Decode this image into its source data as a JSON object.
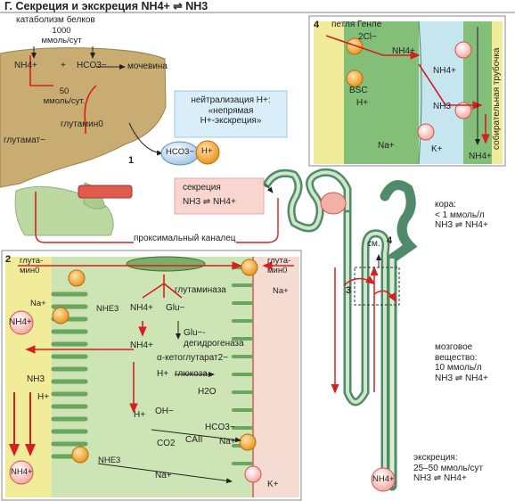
{
  "title": "Г. Секреция и экскреция NH4+ ⇌ NH3",
  "liver": {
    "protein_catabolism": "катаболизм белков",
    "flux_1000": "1000",
    "flux_1000_unit": "ммоль/сут",
    "nh4": "NH4+",
    "plus": "+",
    "hco3": "HCO3−",
    "urea": "мочевина",
    "flux_50": "50",
    "flux_50_unit": "ммоль/сут.",
    "glutamine": "глутамин0",
    "glutamate": "глутамат−",
    "step_number": "1"
  },
  "neutralization": {
    "line1": "нейтрализация H+:",
    "line2": "«непрямая",
    "line3": "H+-экскреция»",
    "hco3": "HCO3−",
    "h": "H+"
  },
  "secretion_box": {
    "line1": "секреция",
    "line2": "NH3 ⇌ NH4+"
  },
  "proximal_tubule": {
    "label": "проксимальный каналец",
    "panel_number": "2",
    "glutamine_left": "глута-мин0",
    "glutamine_right": "глута-мин0",
    "na_right": "Na+",
    "glutaminase": "глутаминаза",
    "nh4_a": "NH4+",
    "glu": "Glu−",
    "nhe3_top": "NHE3",
    "na_left_top": "Na+",
    "nh4_left": "NH4+",
    "nh4_mid": "NH4+",
    "glu_dh": "Glu−-дегидрогеназа",
    "akg": "α-кетоглутарат2−",
    "nh3_left": "NH3",
    "h_top": "H+",
    "glucose": "глюкоза",
    "h2o": "H2O",
    "h_left": "H+",
    "h_mid": "H+",
    "oh": "OH−",
    "hco3": "HCO3−",
    "co2": "CO2",
    "ca": "CAII",
    "na_basal": "Na+",
    "nhe3_bottom": "NHE3",
    "na_bottom": "Na+",
    "k_bottom": "K+",
    "nh4_bottom": "NH4+"
  },
  "henle_panel": {
    "panel_number": "4",
    "loop_label": "петля Генле",
    "cl2": "2Cl−",
    "nh4_loop": "NH4+",
    "bsc": "BSC",
    "h": "H+",
    "na": "Na+",
    "nh4_interstitial": "NH4+",
    "nh3_interstitial": "NH3",
    "k": "K+",
    "nh4_output": "NH4+",
    "collecting_duct": "собирательная трубочка"
  },
  "nephron": {
    "see_label": "см.",
    "see_number": "4",
    "number_3": "3",
    "cortex_1": "кора:",
    "cortex_2": "< 1 ммоль/л",
    "cortex_3": "NH3 ⇌ NH4+",
    "medulla_1": "мозговое",
    "medulla_2": "вещество:",
    "medulla_3": "10 ммоль/л",
    "medulla_4": "NH3 ⇌ NH4+",
    "excretion_1": "экскреция:",
    "excretion_2": "25–50 ммоль/сут",
    "excretion_3": "NH3 ⇌ NH4+",
    "nh4_urine": "NH4+"
  }
}
